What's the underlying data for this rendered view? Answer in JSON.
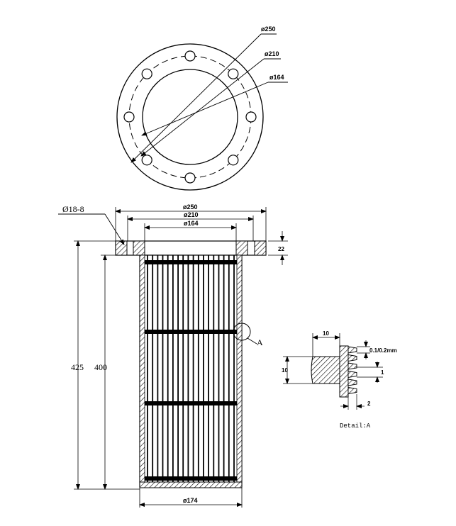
{
  "top_view": {
    "outer_label": "ø250",
    "bolt_circle_label": "ø210",
    "inner_label": "ø164",
    "bolt_hole_count": 8
  },
  "side_view": {
    "hole_label": "Ø18-8",
    "width_labels": [
      "ø250",
      "ø210",
      "ø164"
    ],
    "flange_thickness": "22",
    "total_height": "425",
    "cage_height": "400",
    "bottom_diameter": "ø174",
    "detail_marker": "A"
  },
  "detail": {
    "width_label": "10",
    "height_label": "10",
    "gap_label": "0.1/0.2mm",
    "pitch_label": "1",
    "depth_label": "2",
    "caption": "Detail:A"
  },
  "colors": {
    "line": "#000000",
    "background": "#ffffff"
  }
}
